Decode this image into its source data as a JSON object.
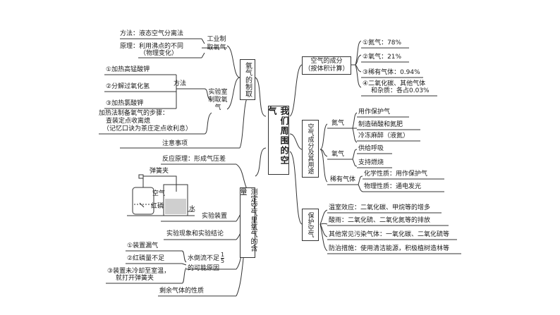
{
  "center": "我们周围的空气",
  "left": {
    "preparation": {
      "branch": "氧气的制取",
      "industrial": {
        "label": "工业制取氧气",
        "method": "方法：液态空气分离法",
        "principle_1": "原理：利用沸点的不同",
        "principle_2": "（物理变化）"
      },
      "lab": {
        "label": "实验室制取氧气",
        "methods_label": "方法",
        "methods": [
          "①加热高锰酸钾",
          "②分解过氧化氢",
          "③加热氯酸钾"
        ],
        "steps_1": "加热法制备氧气的步骤：",
        "steps_2": "查装定点收离熄",
        "steps_3": "（记忆口诀为茶庄定点收利息）",
        "notes": "注意事项"
      }
    },
    "measure": {
      "branch": "测定空气里氧气的含量",
      "principle": "反应原理：形成气压差",
      "apparatus": {
        "label": "实验装置",
        "spring_clip": "弹簧夹",
        "air": "空气",
        "phosphorus": "红磷",
        "water": "水"
      },
      "phenomena": "实验现象和实验结论",
      "reasons": {
        "label_1": "水倒流不足",
        "frac_num": "1",
        "frac_den": "5",
        "label_2": "的可能原因",
        "items": [
          "①装置漏气",
          "②红磷量不足",
          "③装置未冷却至室温，",
          "就打开弹簧夹"
        ]
      },
      "remaining": "剩余气体的性质"
    }
  },
  "right": {
    "composition": {
      "label_1": "空气的成分",
      "label_2": "（按体积计算）",
      "items": [
        "①氮气：78%",
        "②氧气：21%",
        "③稀有气体：0.94%"
      ],
      "item4_1": "④二氧化碳、其他气体",
      "item4_2": "和杂质：各占0.03%"
    },
    "uses": {
      "label": "空气成分及其用途",
      "nitrogen": {
        "label": "氮气",
        "items": [
          "用作保护气",
          "制造硝酸和氮肥",
          "冷冻麻醉（液氮）"
        ]
      },
      "oxygen": {
        "label": "氧气",
        "items": [
          "供给呼吸",
          "支持燃烧"
        ]
      },
      "noble": {
        "label": "稀有气体",
        "items": [
          "化学性质：用作保护气",
          "物理性质：通电发光"
        ]
      }
    },
    "protection": {
      "label": "保护空气",
      "items": [
        "温室效应：二氧化碳、甲烷等的增多",
        "酸雨：二氧化硫、二氧化氮等的排放",
        "其他常见污染气体：一氧化碳、二氧化硫等",
        "防治措施：使用清洁能源，积极植树造林等"
      ]
    }
  }
}
